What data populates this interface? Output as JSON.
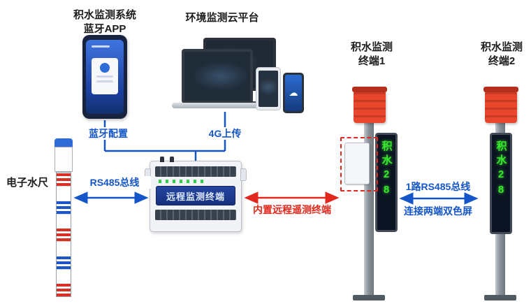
{
  "colors": {
    "accent_blue": "#1456c8",
    "accent_red": "#e2281c",
    "led_green": "#39e82c",
    "beacon_red": "#e8472e",
    "rtu_screen_blue": "#24449f",
    "pole_gray": "#8b929a",
    "ruler_red": "#d93025",
    "ruler_blue": "#1a56c8"
  },
  "icons": {
    "cloud": "☁"
  },
  "app": {
    "label_line1": "积水监测系统",
    "label_line2": "蓝牙APP"
  },
  "cloud_platform": {
    "label": "环境监测云平台"
  },
  "links": {
    "bluetooth": "蓝牙配置",
    "upload_4g": "4G上传",
    "rs485": "RS485总线",
    "builtin": "内置远程遥测终端",
    "dual_line1": "1路RS485总线",
    "dual_line2": "连接两端双色屏"
  },
  "ruler": {
    "label": "电子水尺"
  },
  "rtu": {
    "screen_title": "远程监测终端"
  },
  "terminal1": {
    "label_line1": "积水监测",
    "label_line2": "终端1",
    "led_text": "积水28"
  },
  "terminal2": {
    "label_line1": "积水监测",
    "label_line2": "终端2",
    "led_text": "积水28"
  }
}
